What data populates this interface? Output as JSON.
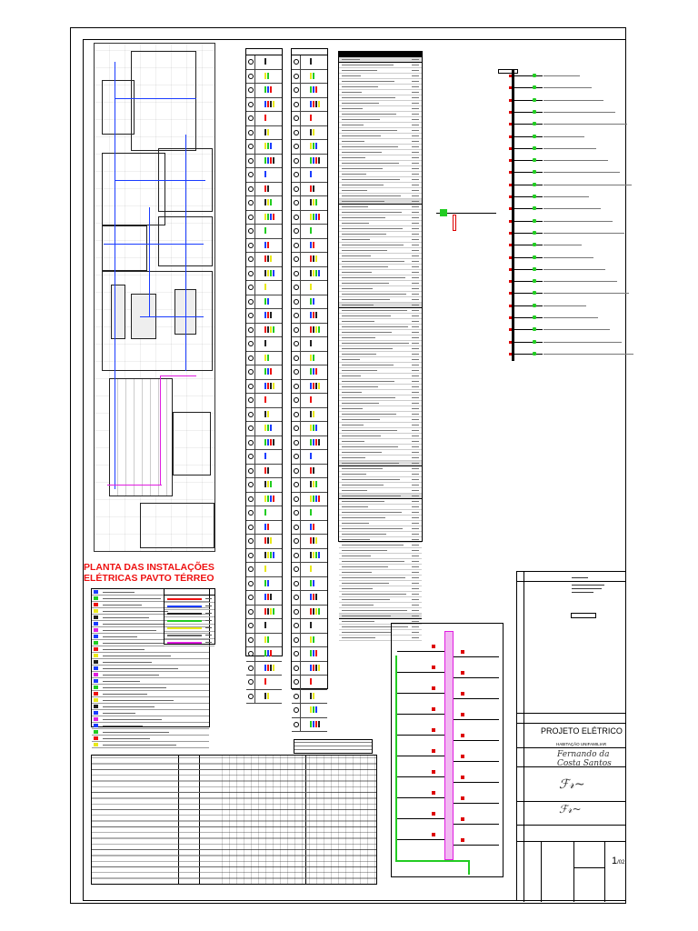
{
  "plan": {
    "title": "PLANTA DAS INSTALAÇÕES ELÉTRICAS PAVTO TÉRREO"
  },
  "title_block": {
    "project_title": "PROJETO ELÉTRICO",
    "project_type": "HABITAÇÃO UNIFAMILIAR",
    "sheet_number": "1",
    "sheet_total": "/02"
  },
  "colors": {
    "wire_blue": "#1a3cff",
    "wire_magenta": "#e01ee0",
    "title_red": "#e11111",
    "breaker_green": "#22cc22",
    "breaker_red": "#dd0000"
  }
}
